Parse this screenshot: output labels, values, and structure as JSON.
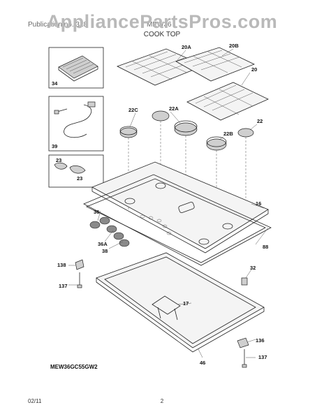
{
  "header": {
    "watermark": "AppliancePartsPros.com",
    "section_left": "Publication no. 318",
    "section_right": "MEW36",
    "title": "COOK TOP"
  },
  "callouts": {
    "c20A": "20A",
    "c20B": "20B",
    "c20": "20",
    "c22C": "22C",
    "c22A": "22A",
    "c22": "22",
    "c22B": "22B",
    "c34": "34",
    "c39": "39",
    "c23a": "23",
    "c23b": "23",
    "c16": "16",
    "c36": "36",
    "c36A": "36A",
    "c38": "38",
    "c88": "88",
    "c138": "138",
    "c137": "137",
    "c32": "32",
    "c17": "17",
    "c136": "136",
    "c137b": "137",
    "c46": "46"
  },
  "footer": {
    "model": "MEW36GC55GW2",
    "date": "02/11",
    "page": "2"
  }
}
